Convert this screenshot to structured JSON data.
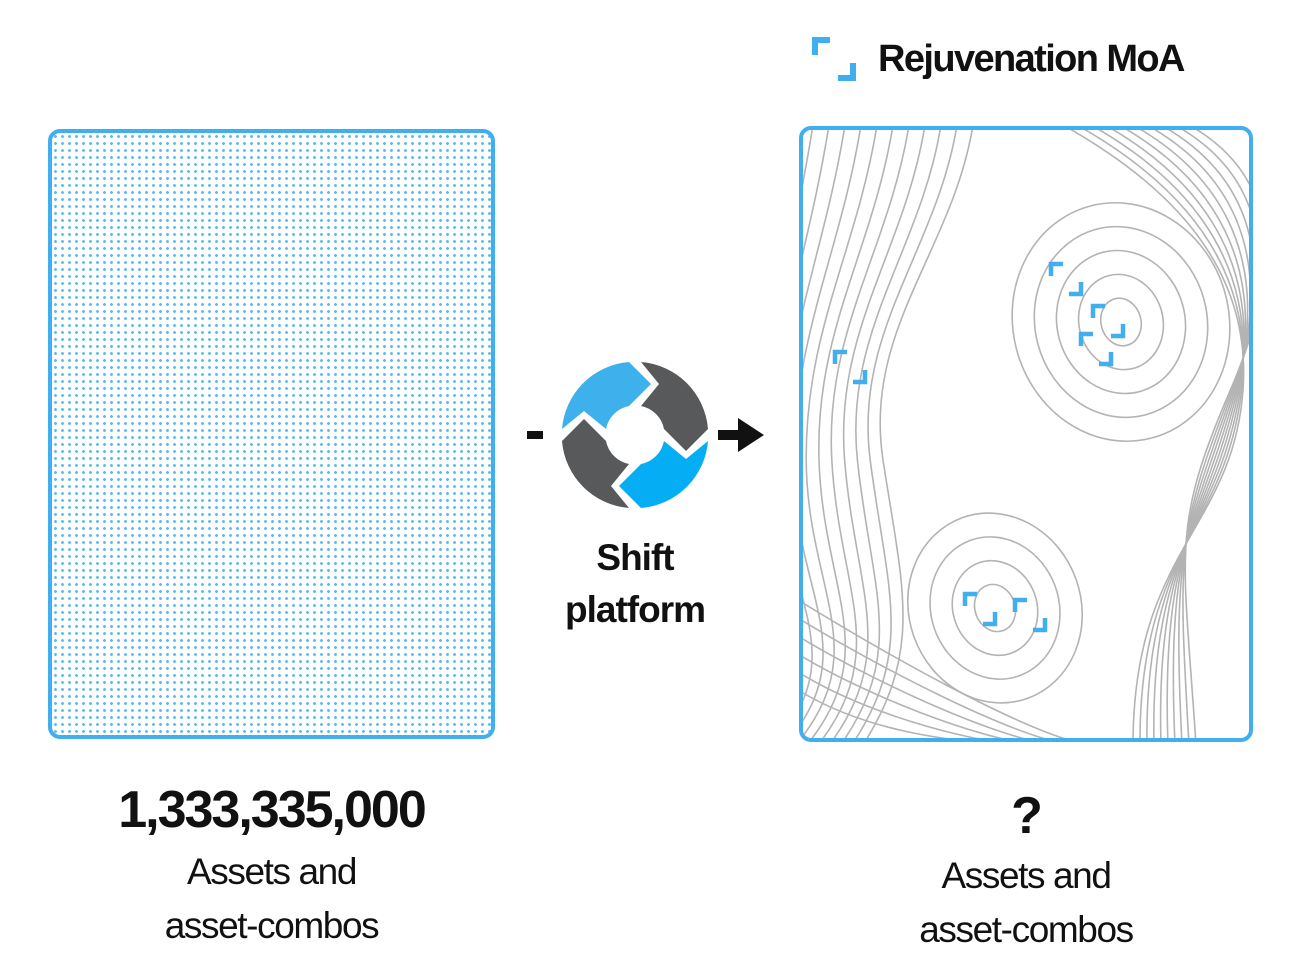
{
  "brand": {
    "name": "Rejuvenation MoA",
    "accent_color": "#41aef0",
    "logo_icon": "corner-brackets-icon"
  },
  "left_panel": {
    "count": "1,333,335,000",
    "caption": "Assets and\nasset-combos",
    "fill": "dotted-grid"
  },
  "process": {
    "label": "Shift\nplatform",
    "icon": "cycle-ring-icon",
    "colors": [
      "#3eb0ec",
      "#58595b",
      "#05aef4"
    ],
    "input_marker": "-",
    "output_icon": "arrow-right-icon"
  },
  "right_panel": {
    "count": "?",
    "caption": "Assets and\nasset-combos",
    "fill": "contour-map",
    "contour_color": "#b3b3b3",
    "target_markers": [
      {
        "area": "left-edge",
        "icon": "corner-brackets-icon"
      },
      {
        "area": "upper-peak",
        "icon": "corner-brackets-icon"
      },
      {
        "area": "upper-peak",
        "icon": "corner-brackets-icon"
      },
      {
        "area": "upper-peak",
        "icon": "corner-brackets-icon"
      },
      {
        "area": "lower-peak",
        "icon": "corner-brackets-icon"
      },
      {
        "area": "lower-peak",
        "icon": "corner-brackets-icon"
      }
    ]
  }
}
